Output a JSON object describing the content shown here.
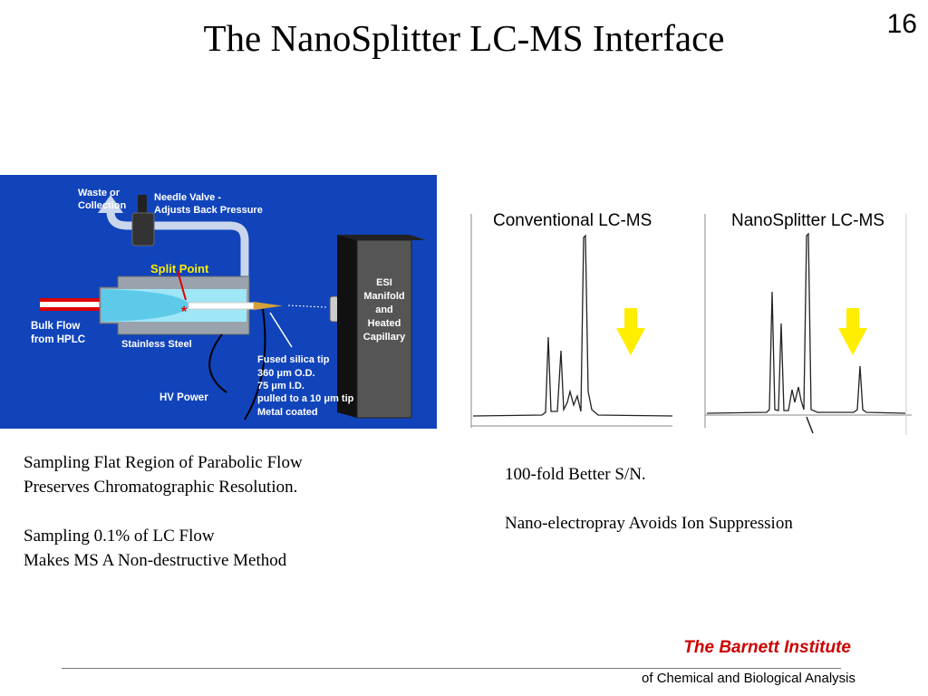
{
  "slide": {
    "title": "The NanoSplitter LC-MS Interface",
    "number": "16"
  },
  "schematic": {
    "labels": {
      "waste": [
        "Waste or",
        "Collection"
      ],
      "needle_valve": [
        "Needle Valve -",
        "Adjusts Back Pressure"
      ],
      "split_point": "Split Point",
      "bulk_flow": [
        "Bulk Flow",
        "from HPLC"
      ],
      "stainless_steel": "Stainless Steel",
      "esi": [
        "ESI",
        "Manifold",
        "and",
        "Heated",
        "Capillary"
      ],
      "fused_silica": [
        "Fused silica tip",
        "360 μm O.D.",
        "75 μm I.D.",
        "pulled to a 10 μm tip",
        "Metal coated"
      ],
      "hv_power": "HV Power",
      "asterisk": "*"
    },
    "colors": {
      "background": "#1144bb",
      "label": "#ffffff",
      "split_point": "#ffee00",
      "inlet_tube": "#dd0000"
    }
  },
  "chromatograms": {
    "conventional_title": "Conventional LC-MS",
    "nanosplitter_title": "NanoSplitter  LC-MS",
    "arrow_color": "#ffee00"
  },
  "left_text": {
    "line1": "Sampling Flat Region of Parabolic Flow",
    "line2": "Preserves Chromatographic Resolution.",
    "line3": "Sampling 0.1% of LC Flow",
    "line4": "Makes MS A Non-destructive Method"
  },
  "right_text": {
    "line1": "100-fold Better S/N.",
    "line2": "Nano-electropray Avoids Ion Suppression"
  },
  "footer": {
    "institute": "The Barnett Institute",
    "subtitle": "of Chemical and Biological Analysis"
  }
}
